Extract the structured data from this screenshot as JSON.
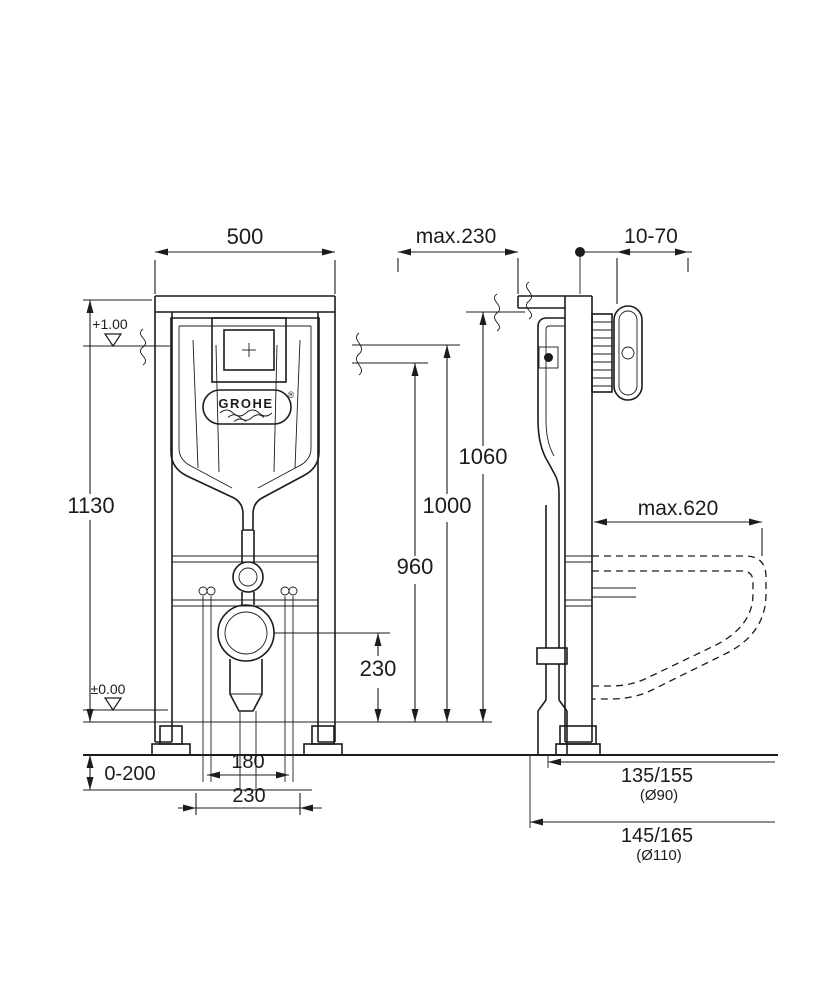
{
  "drawing": {
    "brand": {
      "name": "GROHE",
      "registered": "®"
    },
    "dimensions": {
      "top_width": "500",
      "wall_max": "max.230",
      "plate_adjust": "10-70",
      "level_top": "+1.00",
      "total_height": "1130",
      "h_1060": "1060",
      "h_1000": "1000",
      "h_960": "960",
      "outlet_center_height": "230",
      "level_floor": "±0.00",
      "foot_adjust": "0-200",
      "bolt_spacing": "180",
      "connection_spacing": "230",
      "bowl_depth": "max.620",
      "waste_90": "135/155",
      "waste_90_dia": "(Ø90)",
      "waste_110": "145/165",
      "waste_110_dia": "(Ø110)"
    },
    "colors": {
      "line": "#1c1c1c",
      "background": "#ffffff"
    }
  }
}
